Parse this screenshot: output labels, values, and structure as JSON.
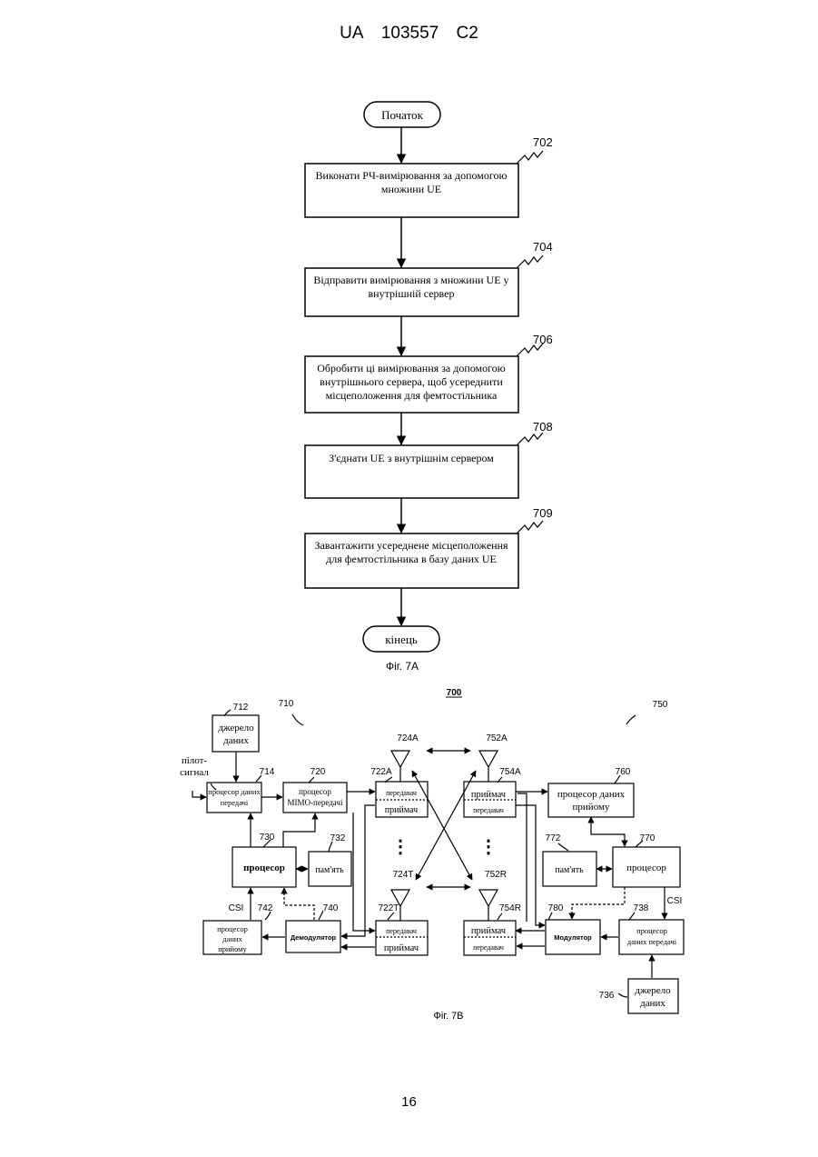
{
  "header": {
    "country": "UA",
    "number": "103557",
    "kind": "C2"
  },
  "page_number": "16",
  "fig7a": {
    "caption": "Фіг. 7A",
    "start": "Початок",
    "end": "кінець",
    "steps": [
      {
        "ref": "702",
        "lines": [
          "Виконати РЧ-вимірювання за допомогою",
          "множини UE"
        ]
      },
      {
        "ref": "704",
        "lines": [
          "Відправити вимірювання з множини UE у",
          "внутрішній сервер"
        ]
      },
      {
        "ref": "706",
        "lines": [
          "Обробити ці вимірювання за допомогою",
          "внутрішнього сервера, щоб усереднити",
          "місцеположення для фемтостільника"
        ]
      },
      {
        "ref": "708",
        "lines": [
          "З'єднати UE з внутрішнім сервером"
        ]
      },
      {
        "ref": "709",
        "lines": [
          "Завантажити усереднене місцеположення",
          "для фемтостільника в базу даних UE"
        ]
      }
    ]
  },
  "fig7b": {
    "caption": "Фіг. 7B",
    "ref_700": "700",
    "ref_710": "710",
    "ref_750": "750",
    "pilot": [
      "пілот-",
      "сигнал"
    ],
    "csi": "CSI",
    "dots": "⋮",
    "data_source_712": {
      "ref": "712",
      "lines": [
        "джерело",
        "даних"
      ]
    },
    "tx_data_proc_714": {
      "ref": "714",
      "lines": [
        "процесор даних",
        "передачі"
      ]
    },
    "mimo_proc_720": {
      "ref": "720",
      "lines": [
        "процесор",
        "MIMO-передачі"
      ]
    },
    "processor_730": {
      "ref": "730",
      "label": "процесор"
    },
    "memory_732": {
      "ref": "732",
      "label": "пам'ять"
    },
    "rx_data_proc_742": {
      "ref": "742",
      "lines": [
        "процесор",
        "даних",
        "прийому"
      ]
    },
    "demod_740": {
      "ref": "740",
      "label": "Демодулятор"
    },
    "xcvr_722a": {
      "ref": "722A",
      "tx": "передавач",
      "rx": "приймач"
    },
    "xcvr_722t": {
      "ref": "722T",
      "tx": "передавач",
      "rx": "приймач"
    },
    "ant_724a": "724A",
    "ant_724t": "724T",
    "ant_752a": "752A",
    "ant_752r": "752R",
    "xcvr_754a": {
      "ref": "754A",
      "rx": "приймач",
      "tx": "передавач"
    },
    "xcvr_754r": {
      "ref": "754R",
      "rx": "приймач",
      "tx": "передавач"
    },
    "rx_data_proc_760": {
      "ref": "760",
      "lines": [
        "процесор даних",
        "прийому"
      ]
    },
    "memory_772": {
      "ref": "772",
      "label": "пам'ять"
    },
    "processor_770": {
      "ref": "770",
      "label": "процесор"
    },
    "modulator_780": {
      "ref": "780",
      "label": "Модулятор"
    },
    "tx_data_proc_738": {
      "ref": "738",
      "lines": [
        "процесор",
        "даних передачі"
      ]
    },
    "data_source_736": {
      "ref": "736",
      "lines": [
        "джерело",
        "даних"
      ]
    }
  }
}
